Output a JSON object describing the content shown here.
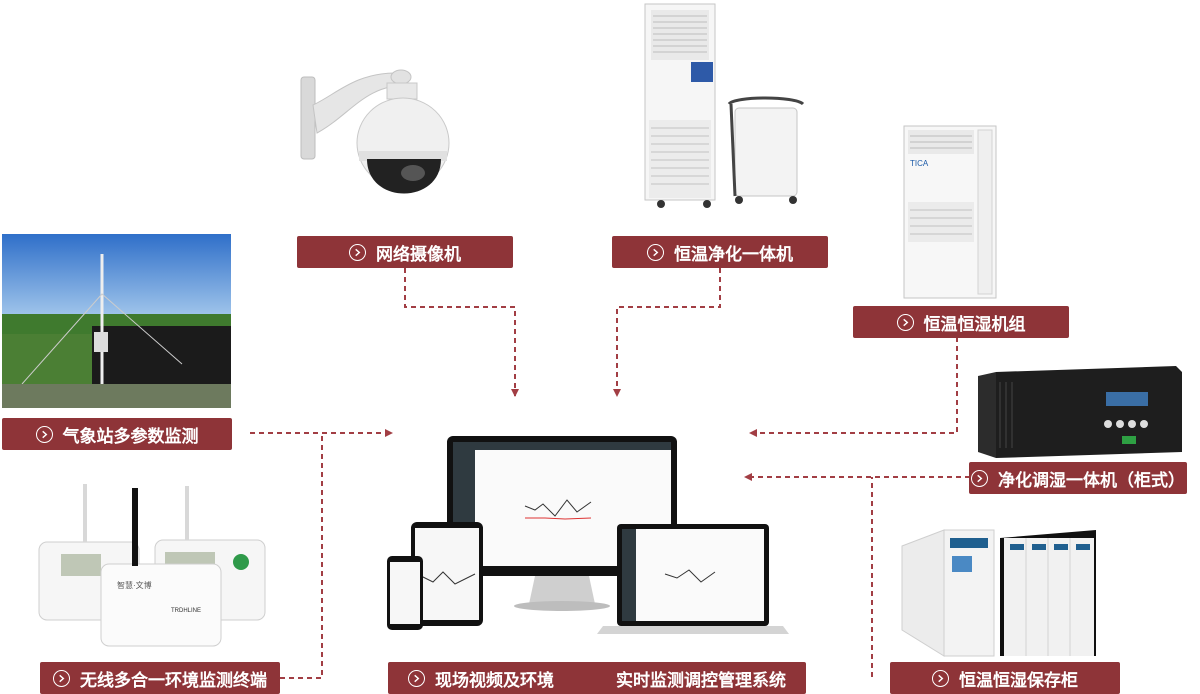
{
  "colors": {
    "accent": "#8e3438",
    "connector": "#a23e44"
  },
  "labels": {
    "camera": "网络摄像机",
    "purifier": "恒温净化一体机",
    "hvac_unit": "恒温恒湿机组",
    "weather_station": "气象站多参数监测",
    "cabinet_unit": "净化调湿一体机（柜式）",
    "wireless_terminal": "无线多合一环境监测终端",
    "system_part1": "现场视频及环境",
    "system_part2": "实时监测调控管理系统",
    "storage_cabinet": "恒温恒湿保存柜"
  },
  "icon": "circle-chevron-right-icon",
  "device_texts": {
    "hvac_brand": "TICA",
    "terminal_brand": "智慧·文博",
    "terminal_model": "TRDHLINE"
  }
}
